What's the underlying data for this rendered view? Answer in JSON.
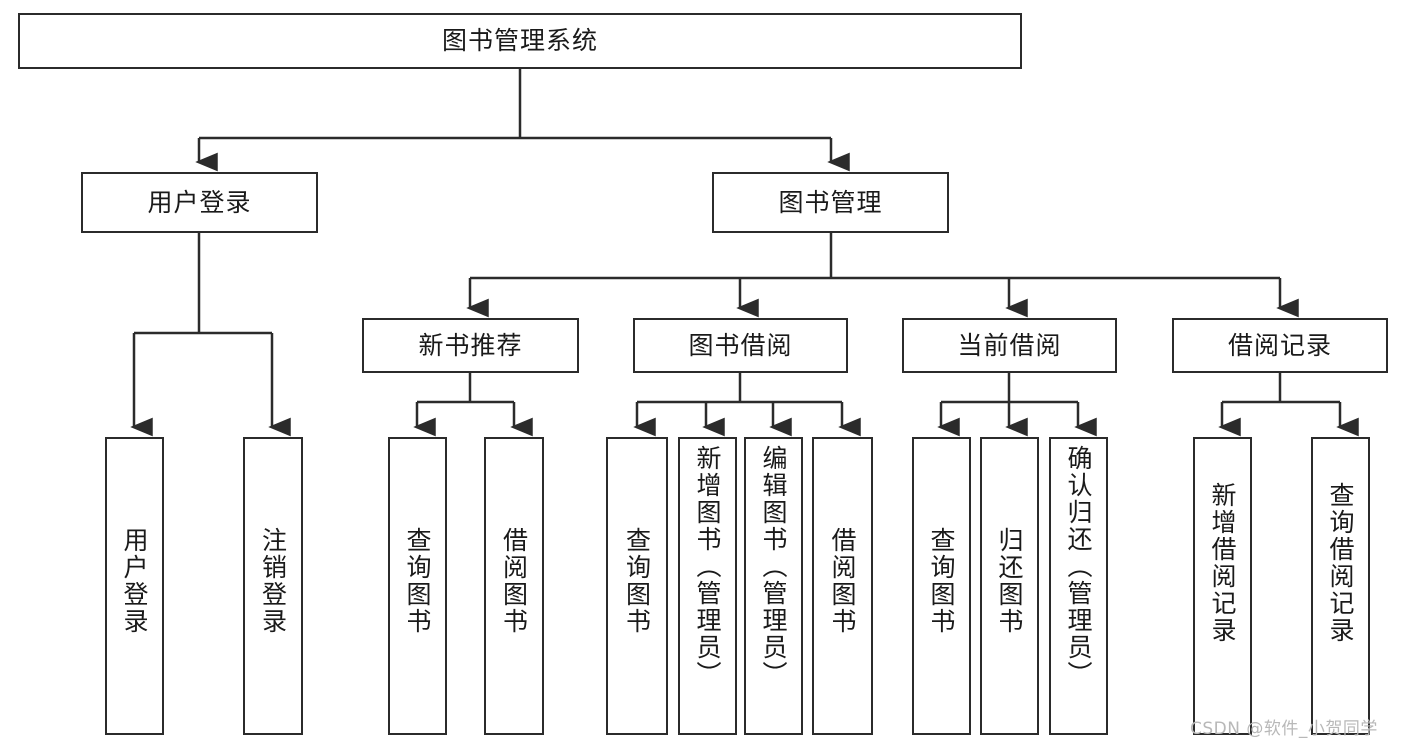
{
  "diagram": {
    "title": "图书管理系统",
    "type": "tree-hierarchy",
    "watermark": "CSDN @软件_小贺同学",
    "accent_color": "#2b2b2b",
    "background_color": "#ffffff",
    "nodes": {
      "root": {
        "label": "图书管理系统"
      },
      "level2": [
        {
          "id": "user-login",
          "label": "用户登录"
        },
        {
          "id": "book-manage",
          "label": "图书管理"
        }
      ],
      "level3": [
        {
          "id": "new-book-rec",
          "label": "新书推荐"
        },
        {
          "id": "book-borrow",
          "label": "图书借阅"
        },
        {
          "id": "current-borrow",
          "label": "当前借阅"
        },
        {
          "id": "borrow-record",
          "label": "借阅记录"
        }
      ],
      "leaves": {
        "user_login": [
          {
            "id": "leaf-user-login",
            "label": "用户登录"
          },
          {
            "id": "leaf-user-logout",
            "label": "注销登录"
          }
        ],
        "new_book_rec": [
          {
            "id": "leaf-query-book-1",
            "label": "查询图书"
          },
          {
            "id": "leaf-borrow-book-1",
            "label": "借阅图书"
          }
        ],
        "book_borrow": [
          {
            "id": "leaf-query-book-2",
            "label": "查询图书"
          },
          {
            "id": "leaf-add-book",
            "label": "新增图书（管理员）"
          },
          {
            "id": "leaf-edit-book",
            "label": "编辑图书（管理员）"
          },
          {
            "id": "leaf-borrow-book-2",
            "label": "借阅图书"
          }
        ],
        "current_borrow": [
          {
            "id": "leaf-query-book-3",
            "label": "查询图书"
          },
          {
            "id": "leaf-return-book",
            "label": "归还图书"
          },
          {
            "id": "leaf-confirm-return",
            "label": "确认归还（管理员）"
          }
        ],
        "borrow_record": [
          {
            "id": "leaf-add-record",
            "label": "新增借阅记录"
          },
          {
            "id": "leaf-query-record",
            "label": "查询借阅记录"
          }
        ]
      }
    }
  }
}
